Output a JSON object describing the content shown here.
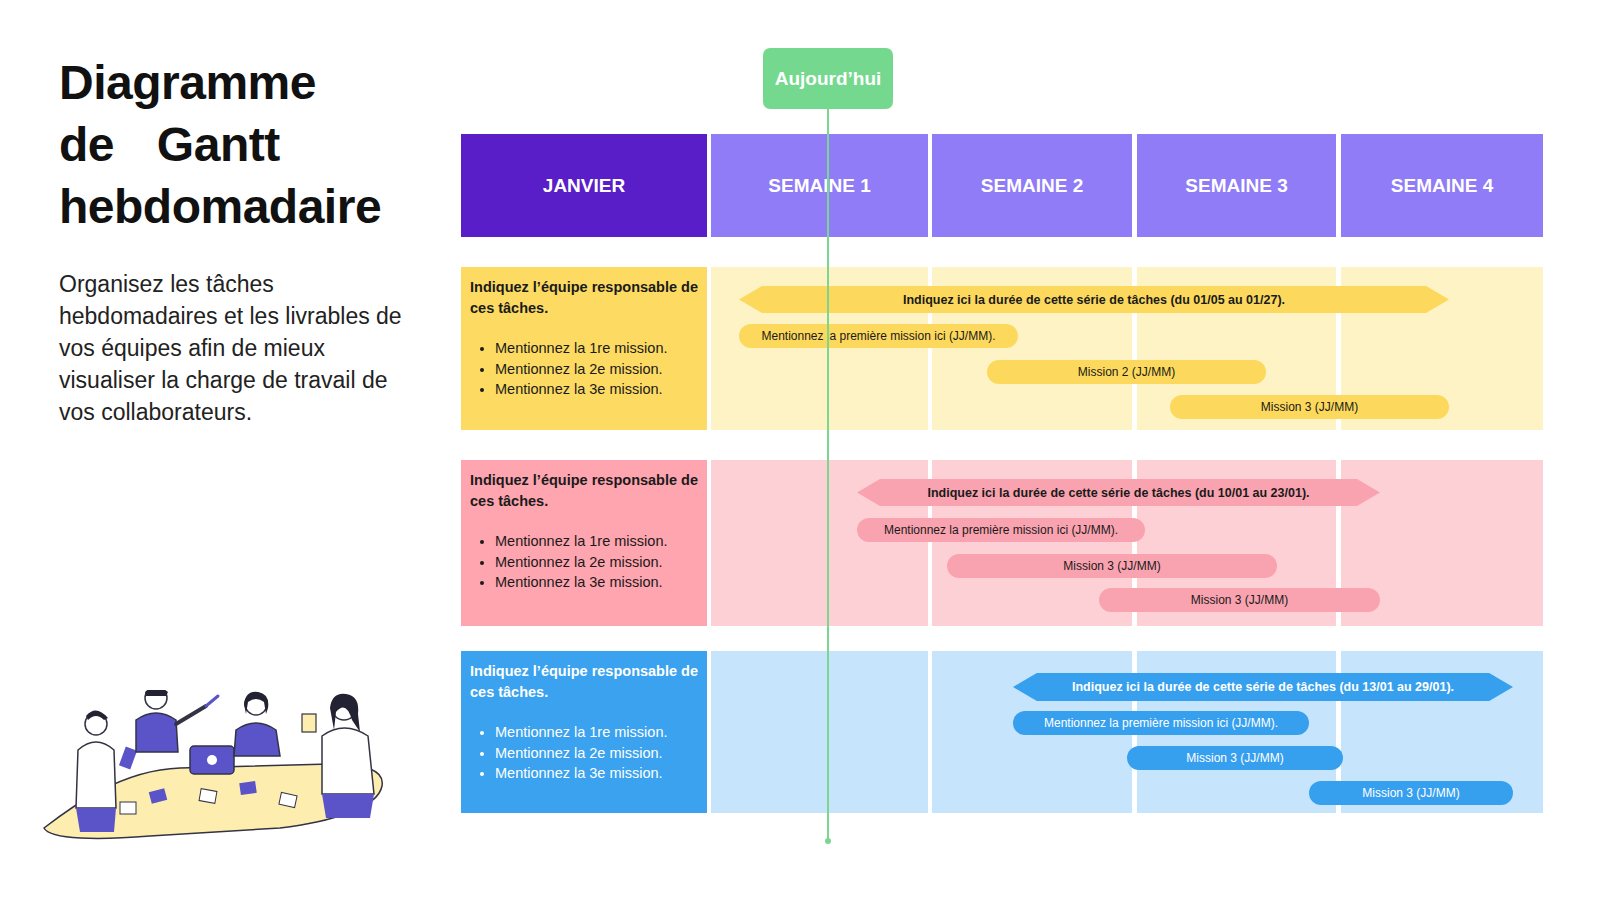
{
  "diagram": {
    "title": "Diagramme de Gantt hebdomadaire",
    "caption": "Organisez les tâches hebdomadaires et les livrables de vos équipes afin de mieux visualiser la charge de travail de vos collaborateurs.",
    "nodes": [
      {
        "text": [
          "Aujourd’hui"
        ]
      },
      {
        "text": [
          "JANVIER"
        ]
      },
      {
        "text": [
          "SEMAINE 1"
        ]
      },
      {
        "text": [
          "SEMAINE 2"
        ]
      },
      {
        "text": [
          "SEMAINE 3"
        ]
      },
      {
        "text": [
          "SEMAINE 4"
        ]
      },
      {
        "text": [
          "Indiquez l’équipe responsable de ces tâches.",
          "Mentionnez la 1re mission.",
          "Mentionnez la 2e mission.",
          "Mentionnez la 3e mission."
        ]
      },
      {
        "text": [
          "Indiquez ici la durée de cette série de tâches (du 01/05 au 01/27)."
        ]
      },
      {
        "text": [
          "Mentionnez la première mission ici (JJ/MM)."
        ]
      },
      {
        "text": [
          "Mission 2 (JJ/MM)"
        ]
      },
      {
        "text": [
          "Mission 3 (JJ/MM)"
        ]
      },
      {
        "text": [
          "Indiquez l’équipe responsable de ces tâches.",
          "Mentionnez la 1re mission.",
          "Mentionnez la 2e mission.",
          "Mentionnez la 3e mission."
        ]
      },
      {
        "text": [
          "Indiquez ici la durée de cette série de tâches (du 10/01 au 23/01)."
        ]
      },
      {
        "text": [
          "Mentionnez la première mission ici (JJ/MM)."
        ]
      },
      {
        "text": [
          "Mission 3 (JJ/MM)"
        ]
      },
      {
        "text": [
          "Mission 3 (JJ/MM)"
        ]
      },
      {
        "text": [
          "Indiquez l’équipe responsable de ces tâches.",
          "Mentionnez la 1re mission.",
          "Mentionnez la 2e mission.",
          "Mentionnez la 3e mission."
        ]
      },
      {
        "text": [
          "Indiquez ici la durée de cette série de tâches (du 13/01 au 29/01)."
        ]
      },
      {
        "text": [
          "Mentionnez la première mission ici (JJ/MM)."
        ]
      },
      {
        "text": [
          "Mission 3 (JJ/MM)"
        ]
      },
      {
        "text": [
          "Mission 3 (JJ/MM)"
        ]
      }
    ]
  }
}
